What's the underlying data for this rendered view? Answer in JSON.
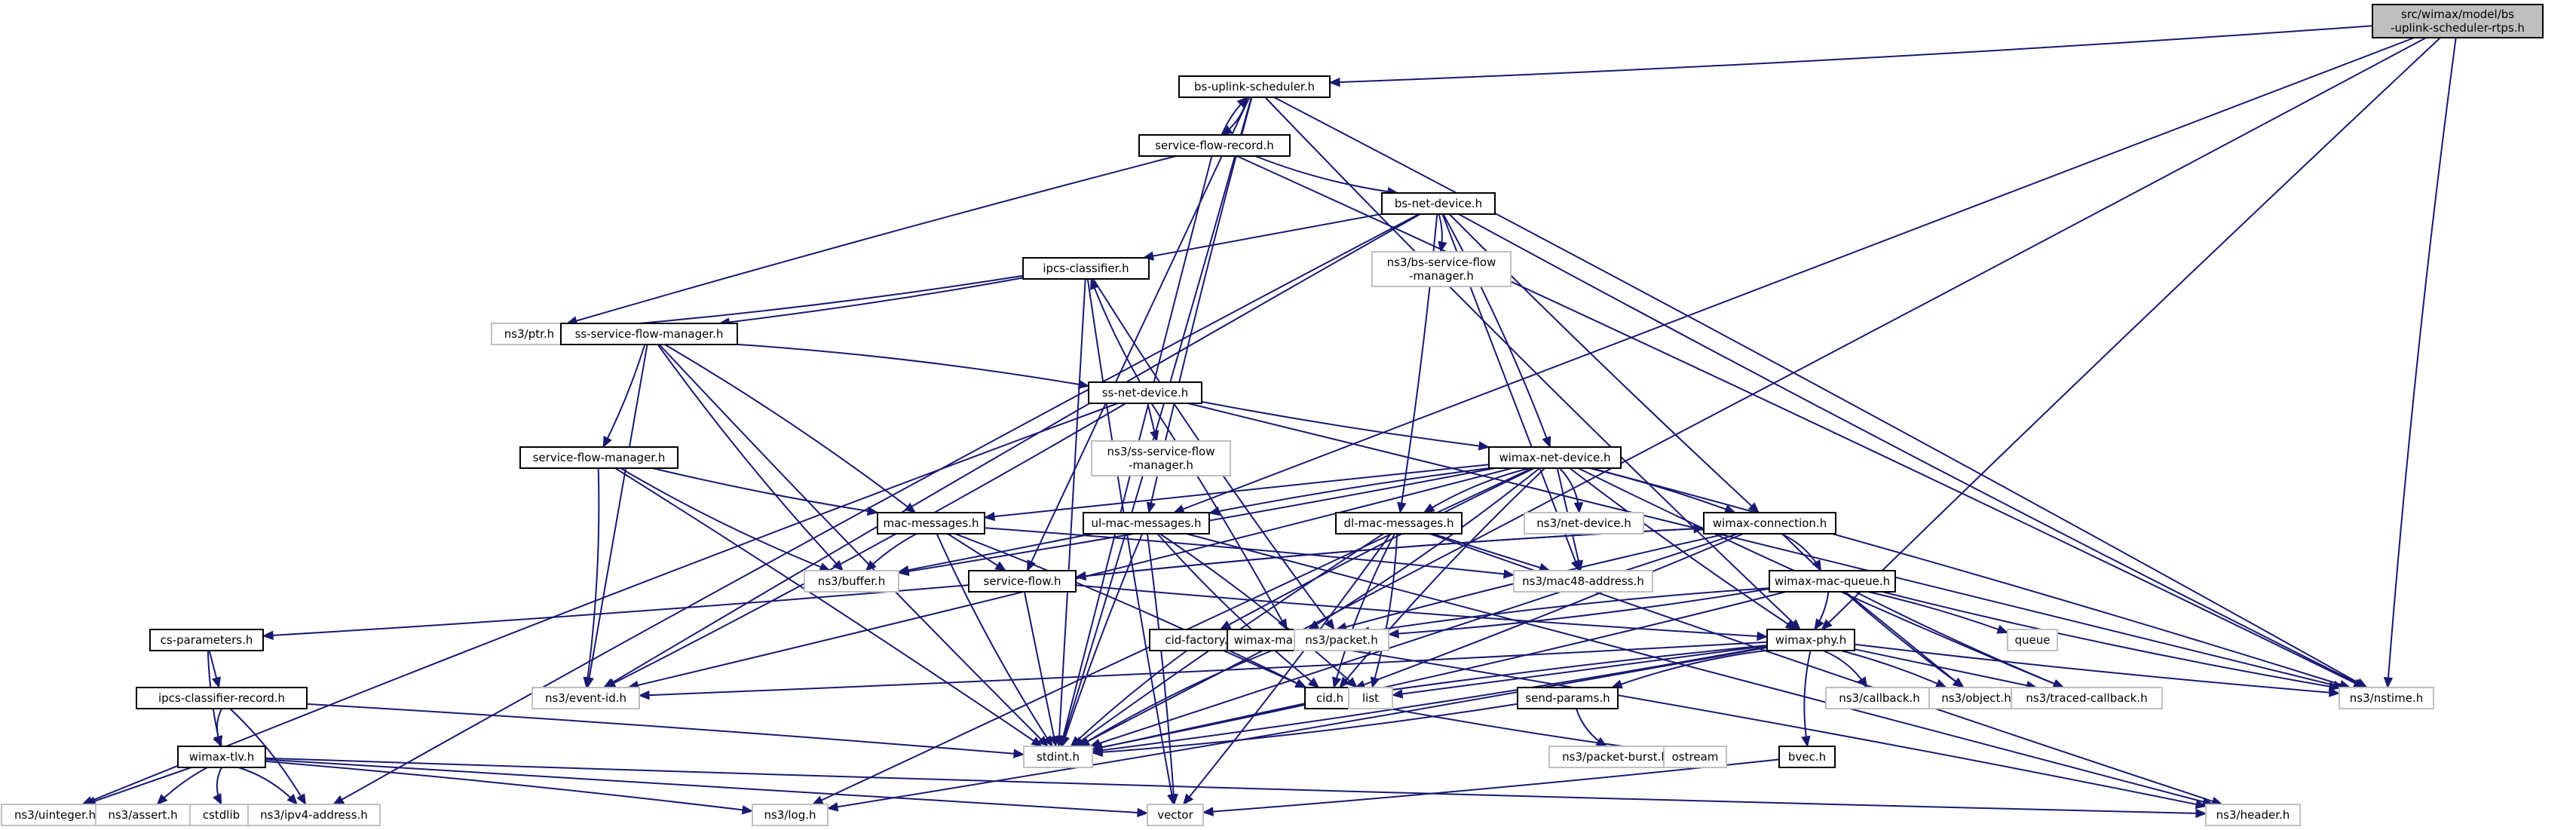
{
  "diagram": {
    "type": "include-dependency-graph",
    "root": "root",
    "nodes": [
      {
        "id": "root",
        "kind": "root",
        "label": [
          "src/wimax/model/bs",
          "-uplink-scheduler-rtps.h"
        ]
      },
      {
        "id": "bs-uplink-scheduler",
        "kind": "local",
        "label": [
          "bs-uplink-scheduler.h"
        ]
      },
      {
        "id": "service-flow-record",
        "kind": "local",
        "label": [
          "service-flow-record.h"
        ]
      },
      {
        "id": "bs-net-device",
        "kind": "local",
        "label": [
          "bs-net-device.h"
        ]
      },
      {
        "id": "ns3-bs-service-flow-manager",
        "kind": "external",
        "label": [
          "ns3/bs-service-flow",
          "-manager.h"
        ]
      },
      {
        "id": "ipcs-classifier",
        "kind": "local",
        "label": [
          "ipcs-classifier.h"
        ]
      },
      {
        "id": "ns3-ptr",
        "kind": "external",
        "label": [
          "ns3/ptr.h"
        ]
      },
      {
        "id": "ss-service-flow-manager",
        "kind": "local",
        "label": [
          "ss-service-flow-manager.h"
        ]
      },
      {
        "id": "ss-net-device",
        "kind": "local",
        "label": [
          "ss-net-device.h"
        ]
      },
      {
        "id": "ns3-ss-service-flow-manager",
        "kind": "external",
        "label": [
          "ns3/ss-service-flow",
          "-manager.h"
        ]
      },
      {
        "id": "service-flow-manager",
        "kind": "local",
        "label": [
          "service-flow-manager.h"
        ]
      },
      {
        "id": "wimax-net-device",
        "kind": "local",
        "label": [
          "wimax-net-device.h"
        ]
      },
      {
        "id": "mac-messages",
        "kind": "local",
        "label": [
          "mac-messages.h"
        ]
      },
      {
        "id": "ul-mac-messages",
        "kind": "local",
        "label": [
          "ul-mac-messages.h"
        ]
      },
      {
        "id": "dl-mac-messages",
        "kind": "local",
        "label": [
          "dl-mac-messages.h"
        ]
      },
      {
        "id": "ns3-net-device",
        "kind": "external",
        "label": [
          "ns3/net-device.h"
        ]
      },
      {
        "id": "wimax-connection",
        "kind": "local",
        "label": [
          "wimax-connection.h"
        ]
      },
      {
        "id": "ns3-buffer",
        "kind": "external",
        "label": [
          "ns3/buffer.h"
        ]
      },
      {
        "id": "service-flow",
        "kind": "local",
        "label": [
          "service-flow.h"
        ]
      },
      {
        "id": "ns3-mac48-address",
        "kind": "external",
        "label": [
          "ns3/mac48-address.h"
        ]
      },
      {
        "id": "wimax-mac-queue",
        "kind": "local",
        "label": [
          "wimax-mac-queue.h"
        ]
      },
      {
        "id": "cs-parameters",
        "kind": "local",
        "label": [
          "cs-parameters.h"
        ]
      },
      {
        "id": "cid-factory",
        "kind": "local",
        "label": [
          "cid-factory.h"
        ]
      },
      {
        "id": "wimax-mac-header",
        "kind": "local",
        "label": [
          "wimax-mac-header.h"
        ]
      },
      {
        "id": "ns3-packet",
        "kind": "external",
        "label": [
          "ns3/packet.h"
        ]
      },
      {
        "id": "wimax-phy",
        "kind": "local",
        "label": [
          "wimax-phy.h"
        ]
      },
      {
        "id": "queue",
        "kind": "external",
        "label": [
          "queue"
        ]
      },
      {
        "id": "ipcs-classifier-record",
        "kind": "local",
        "label": [
          "ipcs-classifier-record.h"
        ]
      },
      {
        "id": "ns3-event-id",
        "kind": "external",
        "label": [
          "ns3/event-id.h"
        ]
      },
      {
        "id": "cid",
        "kind": "local",
        "label": [
          "cid.h"
        ]
      },
      {
        "id": "list",
        "kind": "external",
        "label": [
          "list"
        ]
      },
      {
        "id": "send-params",
        "kind": "local",
        "label": [
          "send-params.h"
        ]
      },
      {
        "id": "ns3-callback",
        "kind": "external",
        "label": [
          "ns3/callback.h"
        ]
      },
      {
        "id": "ns3-object",
        "kind": "external",
        "label": [
          "ns3/object.h"
        ]
      },
      {
        "id": "ns3-traced-callback",
        "kind": "external",
        "label": [
          "ns3/traced-callback.h"
        ]
      },
      {
        "id": "ns3-nstime",
        "kind": "external",
        "label": [
          "ns3/nstime.h"
        ]
      },
      {
        "id": "wimax-tlv",
        "kind": "local",
        "label": [
          "wimax-tlv.h"
        ]
      },
      {
        "id": "stdint",
        "kind": "external",
        "label": [
          "stdint.h"
        ]
      },
      {
        "id": "ns3-packet-burst",
        "kind": "external",
        "label": [
          "ns3/packet-burst.h"
        ]
      },
      {
        "id": "ostream",
        "kind": "external",
        "label": [
          "ostream"
        ]
      },
      {
        "id": "bvec",
        "kind": "local",
        "label": [
          "bvec.h"
        ]
      },
      {
        "id": "ns3-uinteger",
        "kind": "external",
        "label": [
          "ns3/uinteger.h"
        ]
      },
      {
        "id": "ns3-assert",
        "kind": "external",
        "label": [
          "ns3/assert.h"
        ]
      },
      {
        "id": "cstdlib",
        "kind": "external",
        "label": [
          "cstdlib"
        ]
      },
      {
        "id": "ns3-ipv4-address",
        "kind": "external",
        "label": [
          "ns3/ipv4-address.h"
        ]
      },
      {
        "id": "ns3-log",
        "kind": "external",
        "label": [
          "ns3/log.h"
        ]
      },
      {
        "id": "vector",
        "kind": "external",
        "label": [
          "vector"
        ]
      },
      {
        "id": "ns3-header",
        "kind": "external",
        "label": [
          "ns3/header.h"
        ]
      }
    ],
    "edges": [
      [
        "root",
        "bs-uplink-scheduler"
      ],
      [
        "root",
        "stdint"
      ],
      [
        "root",
        "ul-mac-messages"
      ],
      [
        "root",
        "wimax-phy"
      ],
      [
        "root",
        "ns3-nstime"
      ],
      [
        "bs-uplink-scheduler",
        "service-flow-record"
      ],
      [
        "bs-uplink-scheduler",
        "stdint"
      ],
      [
        "bs-uplink-scheduler",
        "service-flow"
      ],
      [
        "bs-uplink-scheduler",
        "ul-mac-messages"
      ],
      [
        "bs-uplink-scheduler",
        "wimax-phy"
      ],
      [
        "bs-uplink-scheduler",
        "ns3-nstime"
      ],
      [
        "service-flow-record",
        "bs-uplink-scheduler"
      ],
      [
        "service-flow-record",
        "stdint"
      ],
      [
        "service-flow-record",
        "ns3-ptr"
      ],
      [
        "service-flow-record",
        "bs-net-device"
      ],
      [
        "service-flow-record",
        "ns3-nstime"
      ],
      [
        "bs-net-device",
        "ns3-bs-service-flow-manager"
      ],
      [
        "bs-net-device",
        "ipcs-classifier"
      ],
      [
        "bs-net-device",
        "ns3-event-id"
      ],
      [
        "bs-net-device",
        "ns3-ipv4-address"
      ],
      [
        "bs-net-device",
        "wimax-net-device"
      ],
      [
        "bs-net-device",
        "dl-mac-messages"
      ],
      [
        "bs-net-device",
        "ns3-mac48-address"
      ],
      [
        "bs-net-device",
        "wimax-connection"
      ],
      [
        "bs-net-device",
        "ns3-nstime"
      ],
      [
        "ipcs-classifier",
        "ns3-ptr"
      ],
      [
        "ipcs-classifier",
        "ss-service-flow-manager"
      ],
      [
        "ipcs-classifier",
        "stdint"
      ],
      [
        "ipcs-classifier",
        "vector"
      ],
      [
        "ipcs-classifier",
        "ns3-packet"
      ],
      [
        "ss-service-flow-manager",
        "ss-net-device"
      ],
      [
        "ss-service-flow-manager",
        "service-flow-manager"
      ],
      [
        "ss-service-flow-manager",
        "ns3-event-id"
      ],
      [
        "ss-service-flow-manager",
        "stdint"
      ],
      [
        "ss-service-flow-manager",
        "ns3-buffer"
      ],
      [
        "ss-service-flow-manager",
        "mac-messages"
      ],
      [
        "ss-net-device",
        "ipcs-classifier"
      ],
      [
        "ss-net-device",
        "ns3-ss-service-flow-manager"
      ],
      [
        "ss-net-device",
        "wimax-net-device"
      ],
      [
        "ss-net-device",
        "ns3-uinteger"
      ],
      [
        "ss-net-device",
        "ns3-event-id"
      ],
      [
        "ss-net-device",
        "wimax-mac-header"
      ],
      [
        "ss-net-device",
        "ns3-nstime"
      ],
      [
        "service-flow-manager",
        "mac-messages"
      ],
      [
        "service-flow-manager",
        "ns3-buffer"
      ],
      [
        "service-flow-manager",
        "ns3-event-id"
      ],
      [
        "service-flow-manager",
        "stdint"
      ],
      [
        "wimax-net-device",
        "mac-messages"
      ],
      [
        "wimax-net-device",
        "ul-mac-messages"
      ],
      [
        "wimax-net-device",
        "dl-mac-messages"
      ],
      [
        "wimax-net-device",
        "ns3-net-device"
      ],
      [
        "wimax-net-device",
        "wimax-connection"
      ],
      [
        "wimax-net-device",
        "ns3-mac48-address"
      ],
      [
        "wimax-net-device",
        "cid-factory"
      ],
      [
        "wimax-net-device",
        "cid"
      ],
      [
        "wimax-net-device",
        "wimax-mac-header"
      ],
      [
        "wimax-net-device",
        "ns3-event-id"
      ],
      [
        "wimax-net-device",
        "ns3-log"
      ],
      [
        "wimax-net-device",
        "wimax-phy"
      ],
      [
        "wimax-net-device",
        "ns3-traced-callback"
      ],
      [
        "wimax-net-device",
        "ns3-nstime"
      ],
      [
        "wimax-net-device",
        "ns3-buffer"
      ],
      [
        "mac-messages",
        "service-flow"
      ],
      [
        "mac-messages",
        "ns3-buffer"
      ],
      [
        "mac-messages",
        "stdint"
      ],
      [
        "mac-messages",
        "cid"
      ],
      [
        "mac-messages",
        "ns3-mac48-address"
      ],
      [
        "ul-mac-messages",
        "ns3-buffer"
      ],
      [
        "ul-mac-messages",
        "stdint"
      ],
      [
        "ul-mac-messages",
        "cid"
      ],
      [
        "ul-mac-messages",
        "list"
      ],
      [
        "ul-mac-messages",
        "vector"
      ],
      [
        "ul-mac-messages",
        "ns3-header"
      ],
      [
        "dl-mac-messages",
        "stdint"
      ],
      [
        "dl-mac-messages",
        "cid"
      ],
      [
        "dl-mac-messages",
        "list"
      ],
      [
        "dl-mac-messages",
        "vector"
      ],
      [
        "dl-mac-messages",
        "ns3-mac48-address"
      ],
      [
        "dl-mac-messages",
        "ns3-header"
      ],
      [
        "wimax-connection",
        "service-flow"
      ],
      [
        "wimax-connection",
        "wimax-mac-queue"
      ],
      [
        "wimax-connection",
        "cid"
      ],
      [
        "wimax-connection",
        "stdint"
      ],
      [
        "wimax-connection",
        "wimax-mac-header"
      ],
      [
        "wimax-connection",
        "ns3-object"
      ],
      [
        "service-flow",
        "wimax-connection"
      ],
      [
        "service-flow",
        "cs-parameters"
      ],
      [
        "service-flow",
        "stdint"
      ],
      [
        "service-flow",
        "wimax-phy"
      ],
      [
        "wimax-mac-queue",
        "wimax-mac-header"
      ],
      [
        "wimax-mac-queue",
        "ns3-packet"
      ],
      [
        "wimax-mac-queue",
        "queue"
      ],
      [
        "wimax-mac-queue",
        "ns3-object"
      ],
      [
        "wimax-mac-queue",
        "ns3-traced-callback"
      ],
      [
        "wimax-mac-queue",
        "ns3-nstime"
      ],
      [
        "wimax-mac-queue",
        "stdint"
      ],
      [
        "wimax-mac-queue",
        "wimax-phy"
      ],
      [
        "cs-parameters",
        "ipcs-classifier-record"
      ],
      [
        "cs-parameters",
        "wimax-tlv"
      ],
      [
        "ipcs-classifier-record",
        "wimax-tlv"
      ],
      [
        "ipcs-classifier-record",
        "ns3-ipv4-address"
      ],
      [
        "ipcs-classifier-record",
        "stdint"
      ],
      [
        "cid-factory",
        "cid"
      ],
      [
        "cid-factory",
        "stdint"
      ],
      [
        "wimax-mac-header",
        "stdint"
      ],
      [
        "wimax-mac-header",
        "ns3-header"
      ],
      [
        "wimax-phy",
        "ns3-event-id"
      ],
      [
        "wimax-phy",
        "list"
      ],
      [
        "wimax-phy",
        "cid"
      ],
      [
        "wimax-phy",
        "send-params"
      ],
      [
        "wimax-phy",
        "ns3-callback"
      ],
      [
        "wimax-phy",
        "ns3-object"
      ],
      [
        "wimax-phy",
        "ns3-traced-callback"
      ],
      [
        "wimax-phy",
        "ns3-nstime"
      ],
      [
        "wimax-phy",
        "bvec"
      ],
      [
        "wimax-phy",
        "stdint"
      ],
      [
        "wimax-phy",
        "ns3-log"
      ],
      [
        "cid",
        "stdint"
      ],
      [
        "cid",
        "ostream"
      ],
      [
        "send-params",
        "ns3-packet-burst"
      ],
      [
        "send-params",
        "stdint"
      ],
      [
        "bvec",
        "vector"
      ],
      [
        "wimax-tlv",
        "ns3-uinteger"
      ],
      [
        "wimax-tlv",
        "ns3-assert"
      ],
      [
        "wimax-tlv",
        "cstdlib"
      ],
      [
        "wimax-tlv",
        "ns3-ipv4-address"
      ],
      [
        "wimax-tlv",
        "ns3-log"
      ],
      [
        "wimax-tlv",
        "vector"
      ],
      [
        "wimax-tlv",
        "ns3-header"
      ]
    ]
  }
}
